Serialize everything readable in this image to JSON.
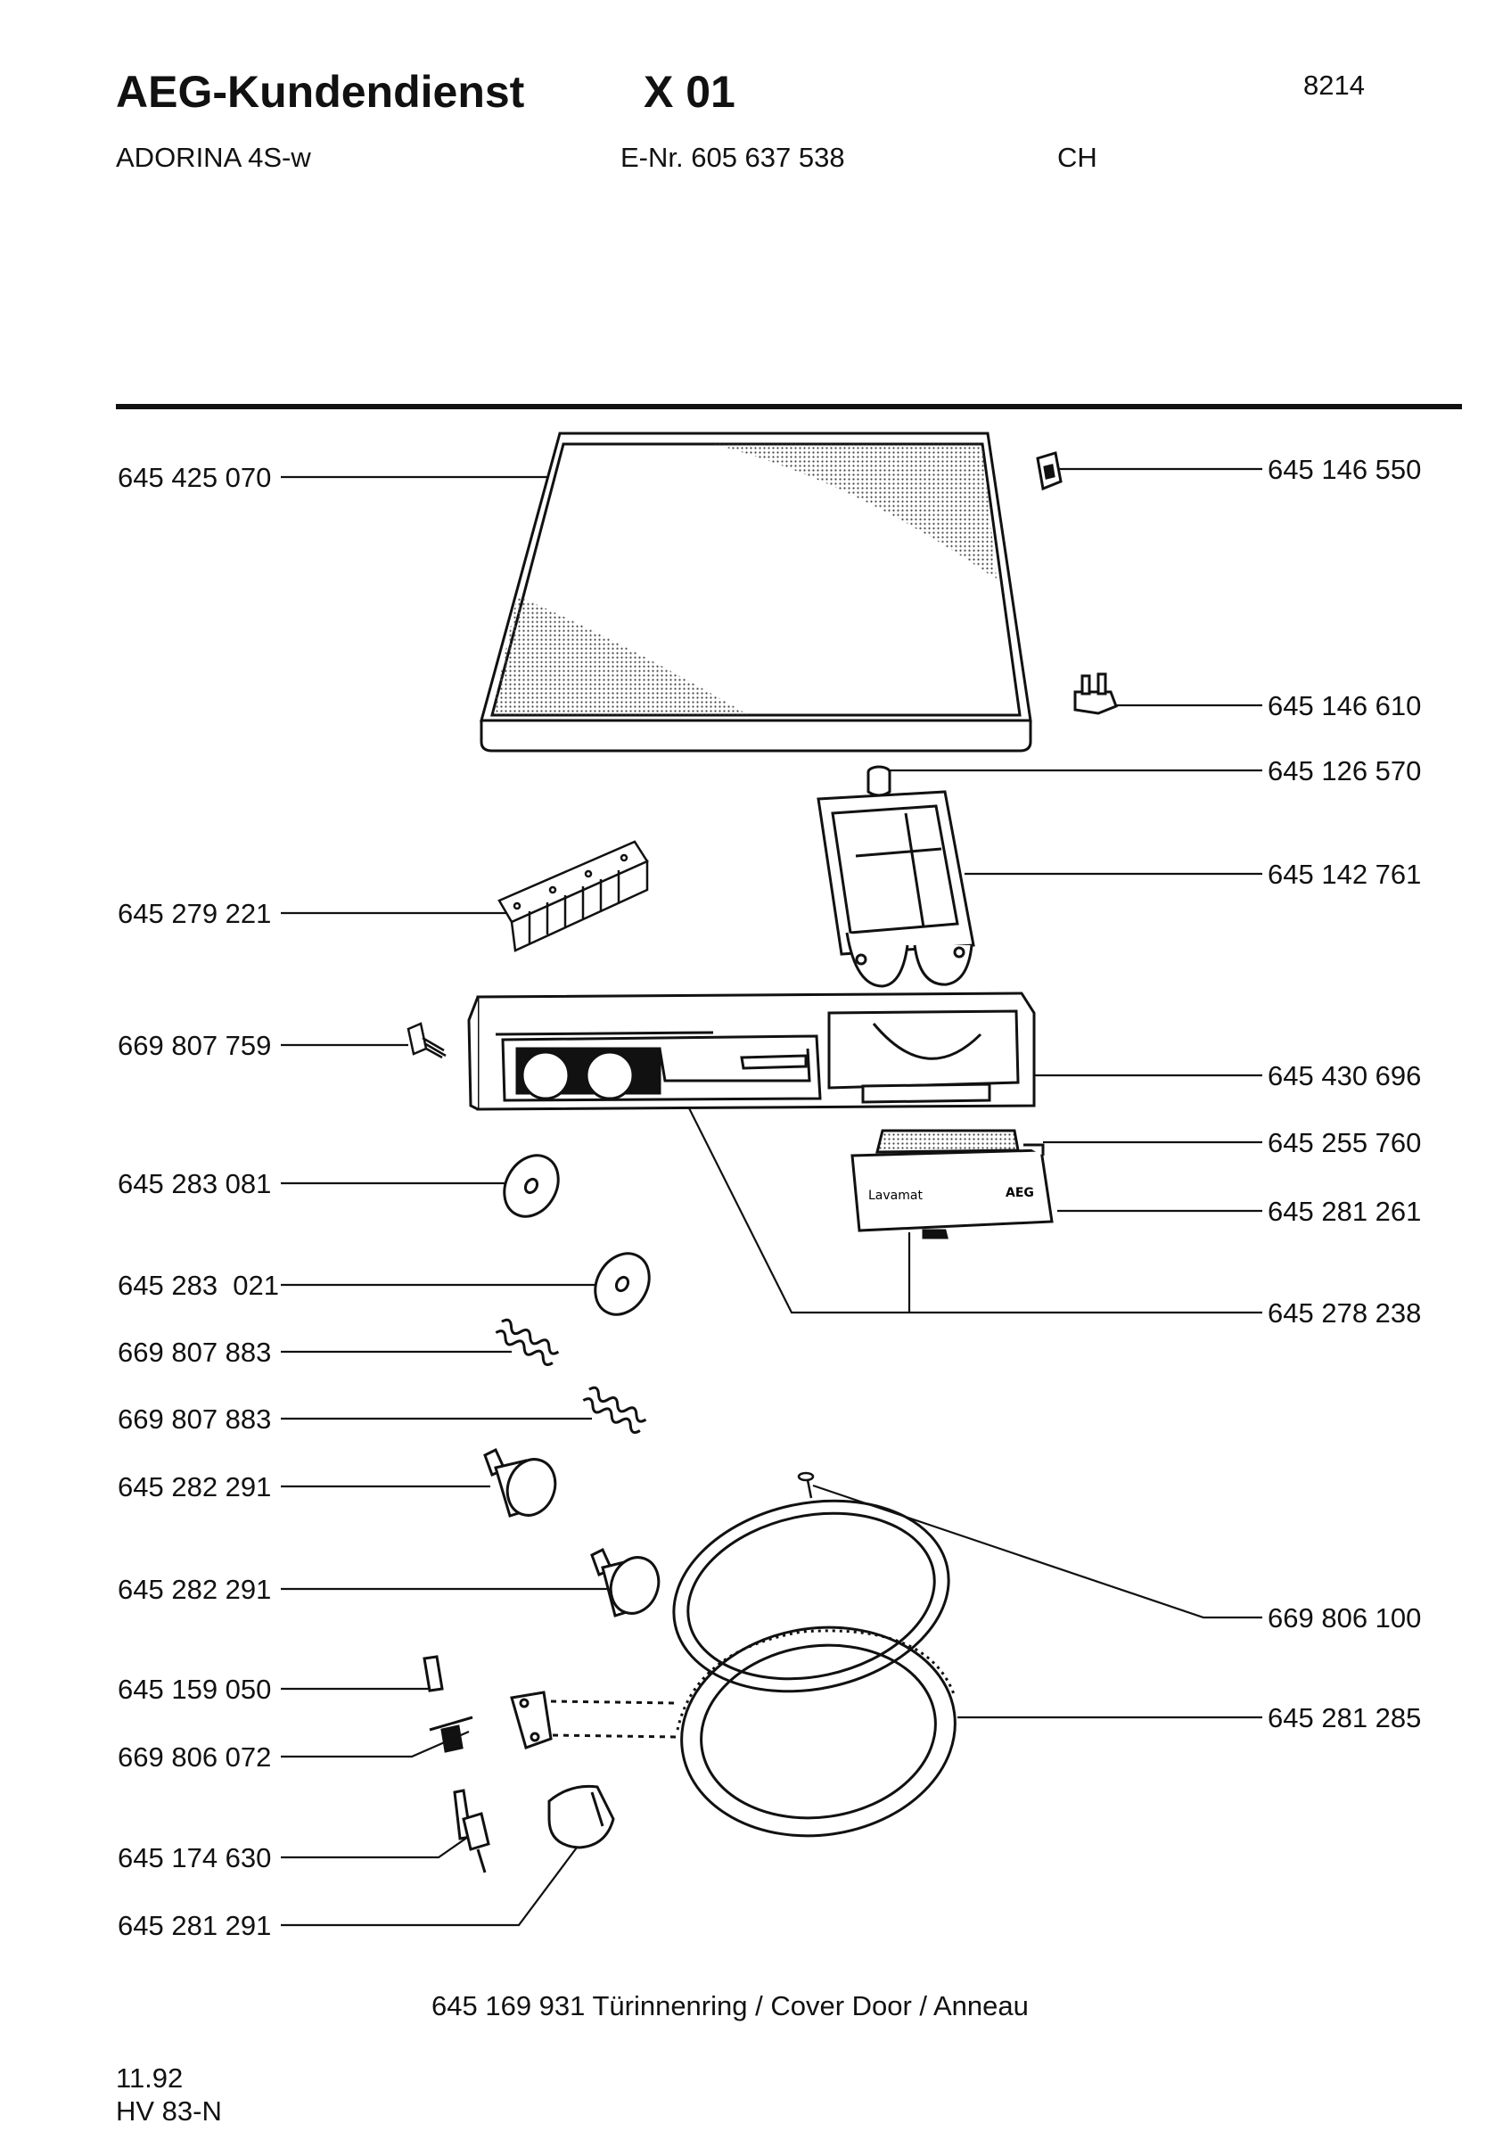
{
  "header": {
    "brand": "AEG-Kundendienst",
    "sheet": "X 01",
    "code": "8214",
    "model": "ADORINA 4S-w",
    "enr": "E-Nr. 605 637 538",
    "country": "CH"
  },
  "parts": {
    "left": [
      "645 425 070",
      "645 279 221",
      "669 807 759",
      "645 283 081",
      "645 283  021",
      "669 807 883",
      "669 807 883",
      "645 282 291",
      "645 282 291",
      "645 159 050",
      "669 806 072",
      "645 174 630",
      "645 281 291"
    ],
    "right": [
      "645 146 550",
      "645 146 610",
      "645 126 570",
      "645 142 761",
      "645 430 696",
      "645 255 760",
      "645 281 261",
      "645 278 238",
      "669 806 100",
      "645 281 285"
    ]
  },
  "drawing_text": {
    "panel_brand": "Lavamat",
    "panel_logo": "AEG"
  },
  "note": "645 169 931 Türinnenring / Cover Door / Anneau",
  "footer": {
    "date": "11.92",
    "ref": "HV 83-N"
  }
}
